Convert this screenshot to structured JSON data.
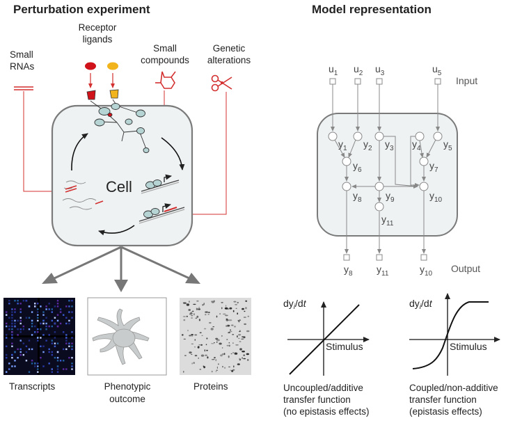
{
  "left_panel": {
    "title": "Perturbation experiment",
    "perturbations": {
      "small_rnas": [
        "Small",
        "RNAs"
      ],
      "receptor_ligands": [
        "Receptor",
        "ligands"
      ],
      "small_compounds": [
        "Small",
        "compounds"
      ],
      "genetic_alterations": [
        "Genetic",
        "alterations"
      ]
    },
    "cell_label": "Cell",
    "outputs": {
      "transcripts": "Transcripts",
      "phenotypic": [
        "Phenotypic",
        "outcome"
      ],
      "proteins": "Proteins"
    }
  },
  "right_panel": {
    "title": "Model representation",
    "input_label": "Input",
    "output_label": "Output",
    "inputs": [
      {
        "base": "u",
        "sub": "1"
      },
      {
        "base": "u",
        "sub": "2"
      },
      {
        "base": "u",
        "sub": "3"
      },
      {
        "base": "u",
        "sub": "5"
      }
    ],
    "nodes": [
      {
        "base": "y",
        "sub": "1"
      },
      {
        "base": "y",
        "sub": "2"
      },
      {
        "base": "y",
        "sub": "3"
      },
      {
        "base": "y",
        "sub": "4"
      },
      {
        "base": "y",
        "sub": "5"
      },
      {
        "base": "y",
        "sub": "6"
      },
      {
        "base": "y",
        "sub": "7"
      },
      {
        "base": "y",
        "sub": "8"
      },
      {
        "base": "y",
        "sub": "9"
      },
      {
        "base": "y",
        "sub": "10"
      },
      {
        "base": "y",
        "sub": "11"
      }
    ],
    "outputs": [
      {
        "base": "y",
        "sub": "8"
      },
      {
        "base": "y",
        "sub": "11"
      },
      {
        "base": "y",
        "sub": "10"
      }
    ],
    "transfer_functions": [
      {
        "axis_y_prefix": "dy",
        "axis_y_sub": "i",
        "axis_y_sep": "/d",
        "axis_y_var": "t",
        "axis_x": "Stimulus",
        "caption": [
          "Uncoupled/additive",
          "transfer function",
          "(no epistasis effects)"
        ]
      },
      {
        "axis_y_prefix": "dy",
        "axis_y_sub": "i",
        "axis_y_sep": "/d",
        "axis_y_var": "t",
        "axis_x": "Stimulus",
        "caption": [
          "Coupled/non-additive",
          "transfer function",
          "(epistasis effects)"
        ]
      }
    ]
  },
  "colors": {
    "perturbation_red": "#d32f2f",
    "ligand_red": "#d0121b",
    "ligand_yellow": "#f2b41c",
    "cell_fill": "#eef2f3",
    "protein_teal": "#b6d4d4",
    "network_gray": "#888888"
  }
}
